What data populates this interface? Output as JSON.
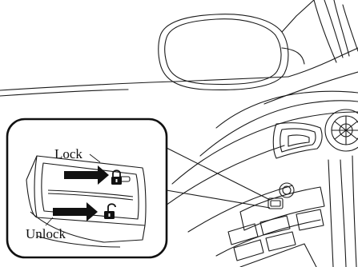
{
  "labels": {
    "lock": "Lock",
    "unlock": "Unlock"
  },
  "icons": {
    "lock_glyph": "padlock-closed",
    "unlock_glyph": "padlock-open"
  },
  "colors": {
    "line": "#1a1a1a",
    "arrow": "#111111",
    "background": "#ffffff"
  }
}
